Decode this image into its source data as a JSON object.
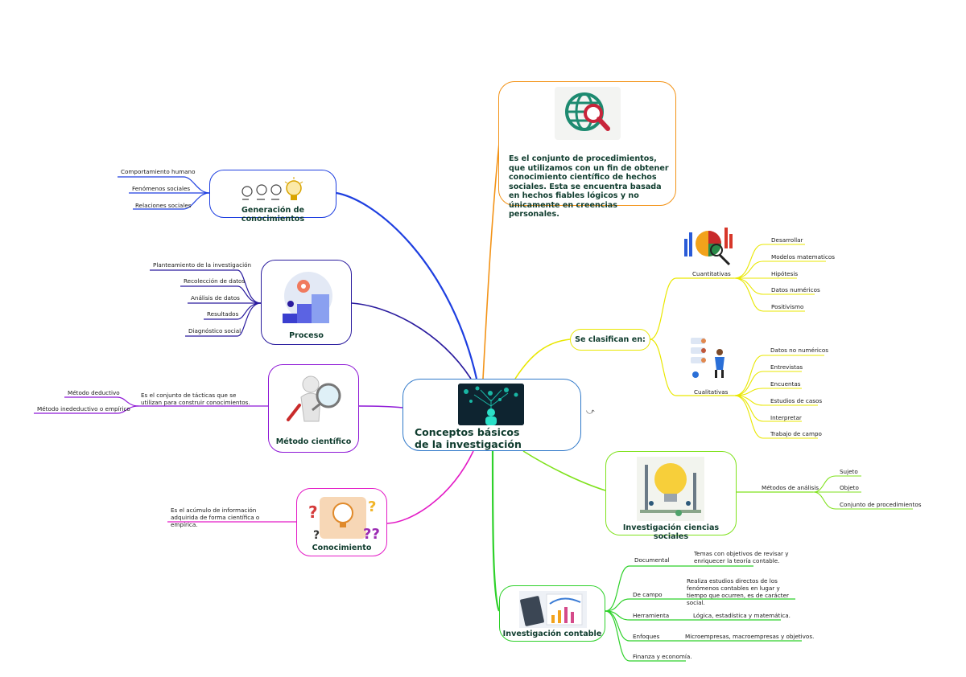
{
  "center": {
    "title": "Conceptos básicos de la investigación"
  },
  "definition": {
    "text": " Es el conjunto de procedimientos, que utilizamos con un fin de obtener conocimiento científico de hechos sociales. Esta se encuentra basada en hechos fiables lógicos y no únicamente en creencias personales."
  },
  "generacion": {
    "title": "Generación de conocimientos",
    "items": [
      "Comportamiento humano",
      "Fenómenos sociales",
      "Relaciones sociales"
    ]
  },
  "proceso": {
    "title": "Proceso",
    "items": [
      "Planteamiento de la investigación",
      "Recolección de datos",
      "Análisis de datos",
      "Resultados",
      "Diagnóstico social"
    ]
  },
  "metodo": {
    "title": "Método científico",
    "description": "Es el conjunto de tácticas que se utilizan para construir conocimientos.",
    "items": [
      "Método deductivo",
      "Método inedeductivo o empírico"
    ]
  },
  "conocimiento": {
    "title": "Conocimiento",
    "description": "Es el acúmulo de información adquirida de forma científica o empírica."
  },
  "clasifican": {
    "title": "Se clasifican en:",
    "cuantitativas": {
      "label": "Cuantitativas",
      "items": [
        "Desarrollar",
        "Modelos matematicos",
        "Hipótesis",
        "Datos numéricos",
        "Positivismo"
      ]
    },
    "cualitativas": {
      "label": "Cualitativas",
      "items": [
        "Datos no numéricos",
        "Entrevistas",
        "Encuentas",
        "Estudios de casos",
        "Interpretar",
        "Trabajo de campo"
      ]
    }
  },
  "ciencias_sociales": {
    "title": "Investigación ciencias sociales",
    "metodos": {
      "label": "Métodos de análisis",
      "items": [
        "Sujeto",
        "Objeto",
        "Conjunto de procedimientos"
      ]
    }
  },
  "contable": {
    "title": "Investigación contable",
    "branches": [
      {
        "label": "Documental",
        "detail": "Temas con objetivos de revisar y enriquecer la teoría contable."
      },
      {
        "label": "De campo",
        "detail": "Realiza estudios directos de los fenómenos contables en lugar y tiempo que ocurren, es de carácter social."
      },
      {
        "label": "Herramienta",
        "detail": "Lógica, estadística y matemática."
      },
      {
        "label": "Enfoques",
        "detail": "Microempresas, macroempresas y objetivos."
      },
      {
        "label": "Finanza y economía.",
        "detail": ""
      }
    ]
  },
  "colors": {
    "blue": "#1e3fe0",
    "navy": "#2a1b9e",
    "purple": "#8e18d6",
    "magenta": "#e31bc6",
    "orange": "#f39317",
    "yellow": "#e9e700",
    "green": "#2ed12a",
    "lime": "#7fe21c",
    "center": "#2f78c9"
  }
}
